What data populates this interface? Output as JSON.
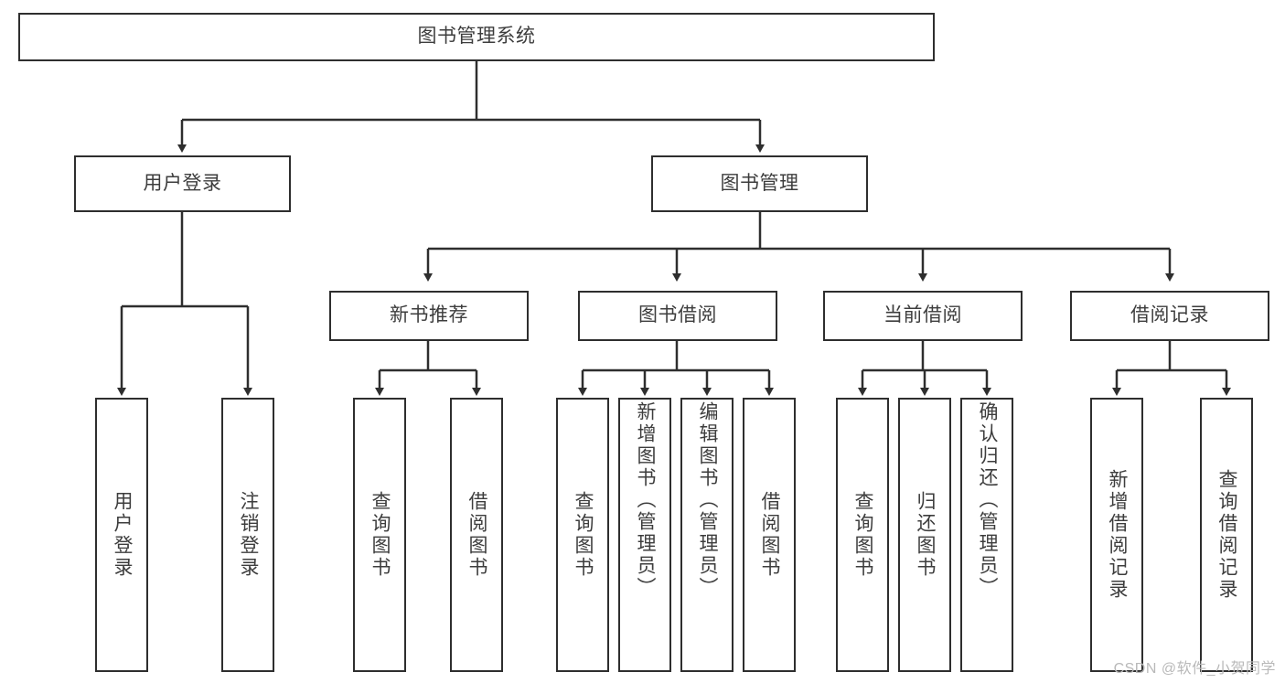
{
  "diagram": {
    "title_node": {
      "label": "图书管理系统"
    },
    "level2": [
      {
        "id": "user-login",
        "label": "用户登录"
      },
      {
        "id": "book-management",
        "label": "图书管理"
      }
    ],
    "level3": [
      {
        "id": "new-book-recommend",
        "label": "新书推荐"
      },
      {
        "id": "book-borrow",
        "label": "图书借阅"
      },
      {
        "id": "current-borrow",
        "label": "当前借阅"
      },
      {
        "id": "borrow-record",
        "label": "借阅记录"
      }
    ],
    "leaves": {
      "user_login": [
        {
          "id": "leaf-user-login",
          "label": "用户登录"
        },
        {
          "id": "leaf-logout-login",
          "label": "注销登录"
        }
      ],
      "new_book_recommend": [
        {
          "id": "leaf-query-book-1",
          "label": "查询图书"
        },
        {
          "id": "leaf-borrow-book-1",
          "label": "借阅图书"
        }
      ],
      "book_borrow": [
        {
          "id": "leaf-query-book-2",
          "label": "查询图书"
        },
        {
          "id": "leaf-add-book",
          "label": "新增图书（管理员）"
        },
        {
          "id": "leaf-edit-book",
          "label": "编辑图书（管理员）"
        },
        {
          "id": "leaf-borrow-book-2",
          "label": "借阅图书"
        }
      ],
      "current_borrow": [
        {
          "id": "leaf-query-book-3",
          "label": "查询图书"
        },
        {
          "id": "leaf-return-book",
          "label": "归还图书"
        },
        {
          "id": "leaf-confirm-return",
          "label": "确认归还（管理员）"
        }
      ],
      "borrow_record": [
        {
          "id": "leaf-add-record",
          "label": "新增借阅记录"
        },
        {
          "id": "leaf-query-record",
          "label": "查询借阅记录"
        }
      ]
    },
    "watermark": "CSDN @软件_小贺同学",
    "colors": {
      "stroke": "#2e2e2e",
      "text": "#3d3d3d",
      "background": "#ffffff",
      "watermark": "#b9b9b9"
    }
  }
}
